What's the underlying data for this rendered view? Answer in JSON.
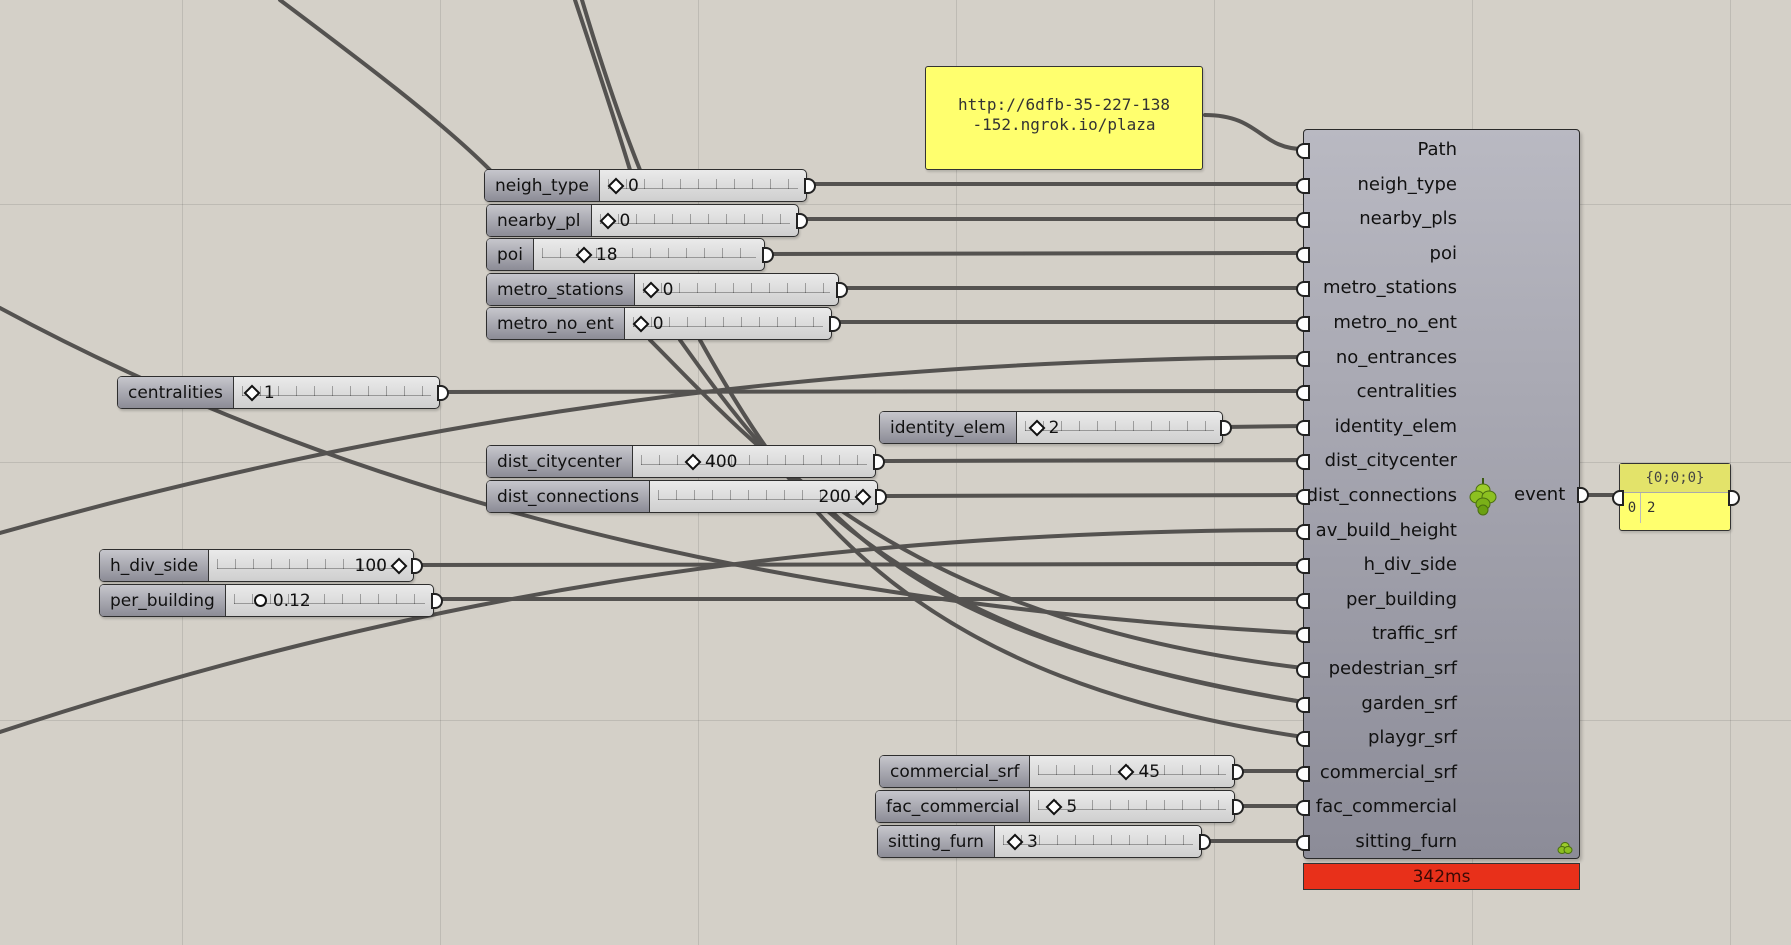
{
  "url_panel": {
    "line1": "http://6dfb-35-227-138",
    "line2": "-152.ngrok.io/plaza"
  },
  "sliders": [
    {
      "key": "neigh_type",
      "label": "neigh_type",
      "value": "0"
    },
    {
      "key": "nearby_pl",
      "label": "nearby_pl",
      "value": "0"
    },
    {
      "key": "poi",
      "label": "poi",
      "value": "18"
    },
    {
      "key": "metro_stations",
      "label": "metro_stations",
      "value": "0"
    },
    {
      "key": "metro_no_ent",
      "label": "metro_no_ent",
      "value": "0"
    },
    {
      "key": "centralities",
      "label": "centralities",
      "value": "1"
    },
    {
      "key": "identity_elem",
      "label": "identity_elem",
      "value": "2"
    },
    {
      "key": "dist_citycenter",
      "label": "dist_citycenter",
      "value": "400"
    },
    {
      "key": "dist_connections",
      "label": "dist_connections",
      "value": "200"
    },
    {
      "key": "h_div_side",
      "label": "h_div_side",
      "value": "100"
    },
    {
      "key": "per_building",
      "label": "per_building",
      "value": "0.12"
    },
    {
      "key": "commercial_srf",
      "label": "commercial_srf",
      "value": "45"
    },
    {
      "key": "fac_commercial",
      "label": "fac_commercial",
      "value": "5"
    },
    {
      "key": "sitting_furn",
      "label": "sitting_furn",
      "value": "3"
    }
  ],
  "component": {
    "inputs": [
      "Path",
      "neigh_type",
      "nearby_pls",
      "poi",
      "metro_stations",
      "metro_no_ent",
      "no_entrances",
      "centralities",
      "identity_elem",
      "dist_citycenter",
      "dist_connections",
      "av_build_height",
      "h_div_side",
      "per_building",
      "traffic_srf",
      "pedestrian_srf",
      "garden_srf",
      "playgr_srf",
      "commercial_srf",
      "fac_commercial",
      "sitting_furn"
    ],
    "output": "event",
    "icon": "hops-icon",
    "status": "342ms"
  },
  "output_panel": {
    "header": "{0;0;0}",
    "index": "0",
    "value": "2"
  },
  "colors": {
    "canvas": "#d4d0c8",
    "panel": "#ffff6e",
    "wire": "#505050",
    "status": "#e8301a"
  }
}
